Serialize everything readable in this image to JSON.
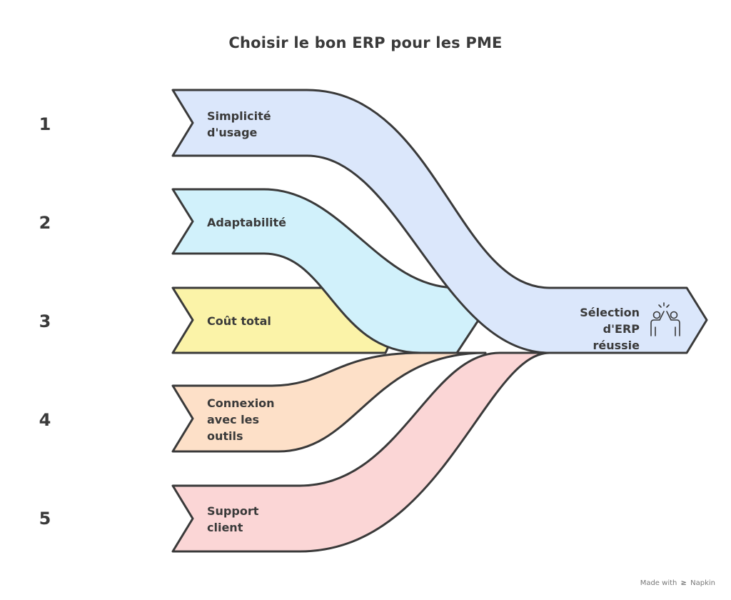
{
  "title": "Choisir le bon ERP pour les PME",
  "items": [
    {
      "number": "1",
      "label": "Simplicité\nd'usage",
      "fill": "#dbe7fb"
    },
    {
      "number": "2",
      "label": "Adaptabilité",
      "fill": "#d1f1fb"
    },
    {
      "number": "3",
      "label": "Coût total",
      "fill": "#fbf3a8"
    },
    {
      "number": "4",
      "label": "Connexion\navec les\noutils",
      "fill": "#fde0c8"
    },
    {
      "number": "5",
      "label": "Support\nclient",
      "fill": "#fbd6d6"
    }
  ],
  "outcome": {
    "label": "Sélection\nd'ERP réussie",
    "icon": "high-five-icon"
  },
  "footer": {
    "made_with": "Made with",
    "brand": "Napkin"
  },
  "colors": {
    "stroke": "#3a3a3a",
    "text": "#3a3a3a",
    "outcome_fill": "#dbe7fb"
  }
}
